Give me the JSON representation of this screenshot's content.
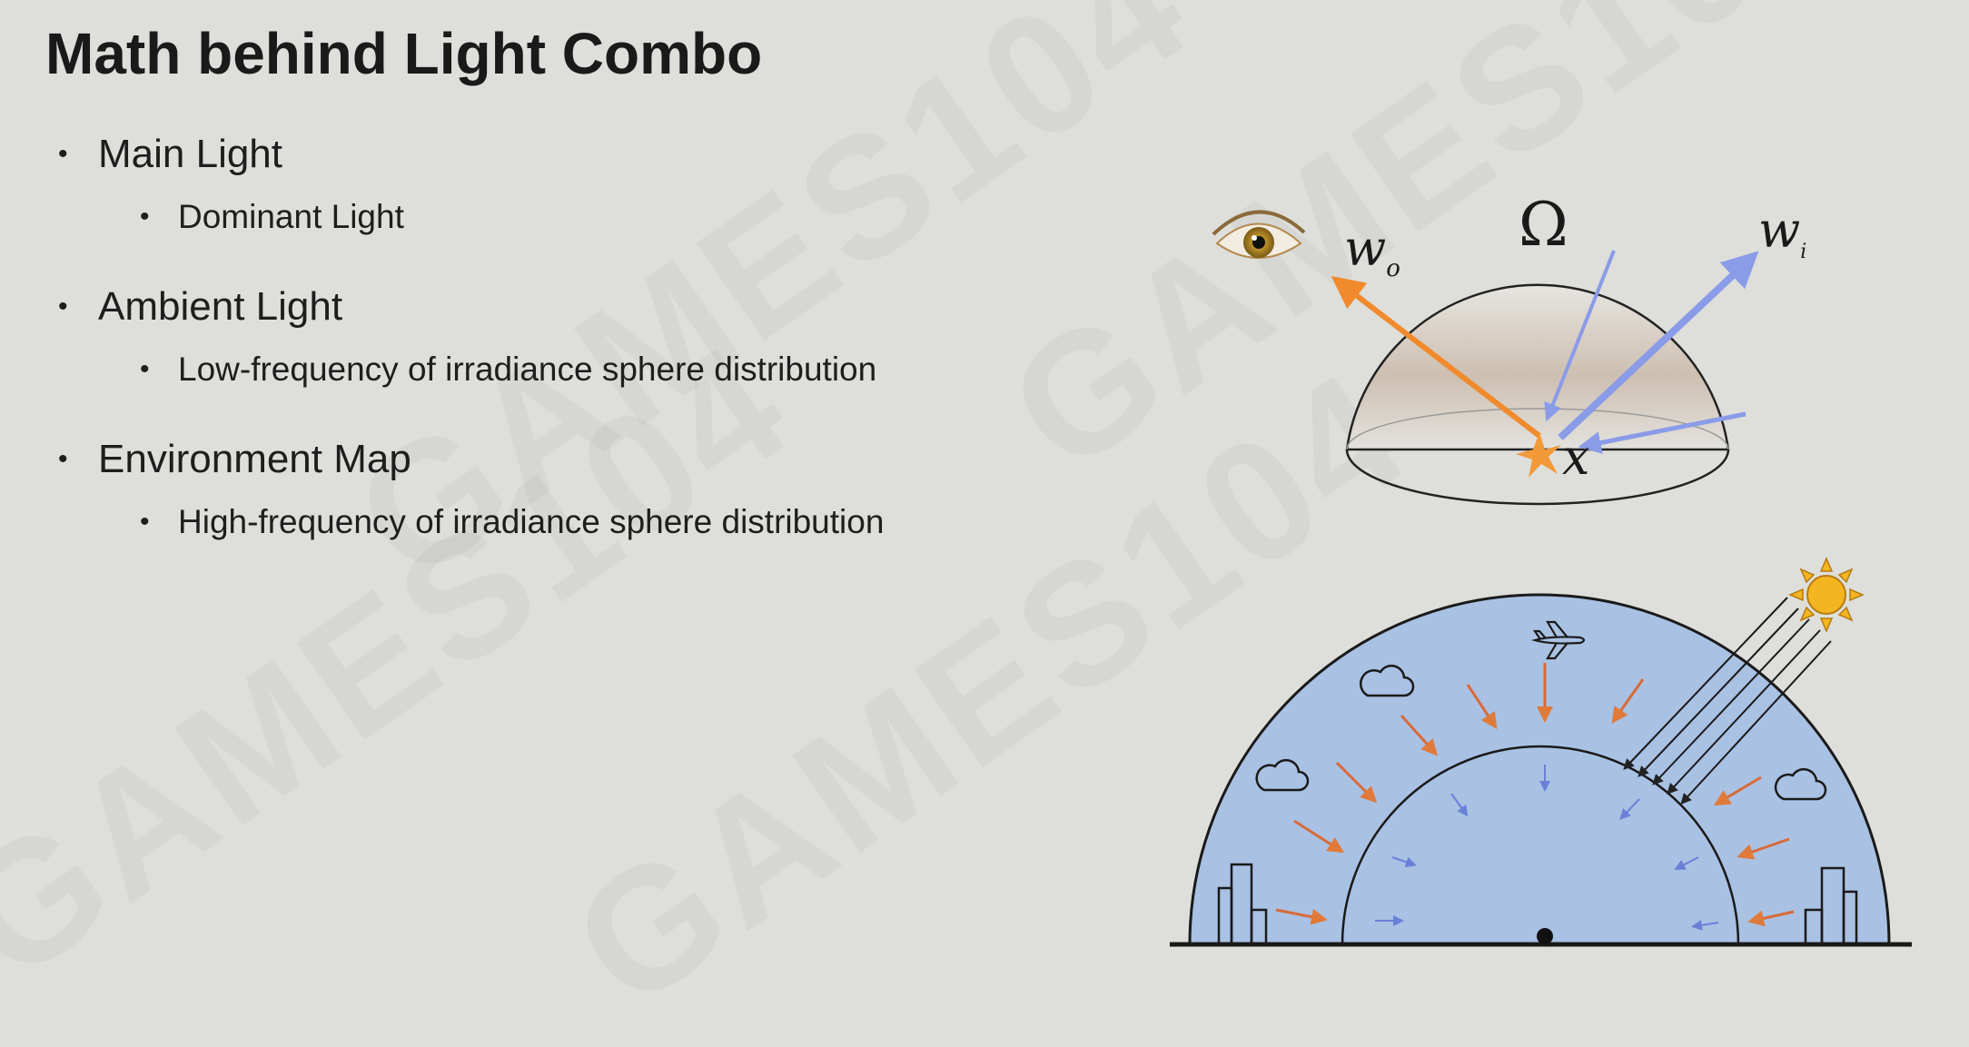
{
  "slide": {
    "title": "Math behind Light Combo",
    "bullets": [
      {
        "label": "Main Light",
        "sub": "Dominant Light"
      },
      {
        "label": "Ambient Light",
        "sub": "Low-frequency of irradiance sphere distribution"
      },
      {
        "label": "Environment Map",
        "sub": "High-frequency of irradiance sphere distribution"
      }
    ],
    "bullet_glyph": "•"
  },
  "watermark": {
    "text": "GAMES104"
  },
  "figure_top": {
    "omega": "Ω",
    "wo": "w",
    "wo_sub": "o",
    "wi": "w",
    "wi_sub": "i",
    "x": "x",
    "icons": [
      "eye-icon",
      "star-icon"
    ],
    "colors": {
      "outgoing": "#f08a2c",
      "incoming": "#8a9be8"
    }
  },
  "figure_bottom": {
    "icons": [
      "sun-icon",
      "airplane-icon",
      "cloud-icon",
      "building-icon"
    ],
    "colors": {
      "sky": "#a9c1e3",
      "warm_ray": "#e07a3a",
      "cool_ray": "#6a80d8",
      "sun": "#f5b521"
    }
  }
}
